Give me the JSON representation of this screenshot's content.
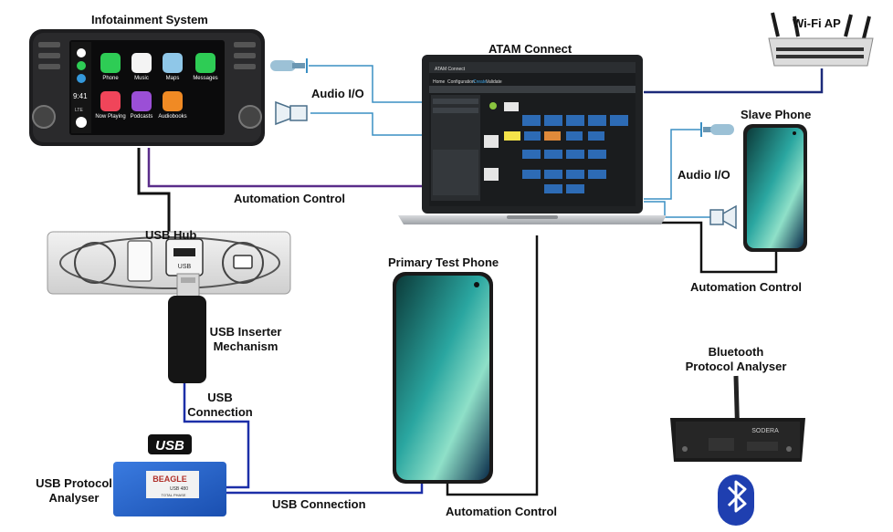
{
  "labels": {
    "infotainment": "Infotainment System",
    "atam": "ATAM Connect",
    "wifi": "Wi-Fi AP",
    "audio_io_left": "Audio I/O",
    "slave_phone": "Slave Phone",
    "audio_io_right": "Audio I/O",
    "automation_control_left": "Automation Control",
    "usb_hub": "USB Hub",
    "primary_phone": "Primary Test Phone",
    "automation_control_right": "Automation Control",
    "usb_inserter_1": "USB Inserter",
    "usb_inserter_2": "Mechanism",
    "usb_connection_1": "USB",
    "usb_connection_2": "Connection",
    "bt_analyser_1": "Bluetooth",
    "bt_analyser_2": "Protocol Analyser",
    "usb_protocol_1": "USB Protocol",
    "usb_protocol_2": "Analyser",
    "usb_connection_bottom": "USB Connection",
    "automation_control_bottom": "Automation Control"
  },
  "infotainment_screen": {
    "time": "9:41",
    "signal": "LTE",
    "apps": [
      "Phone",
      "Music",
      "Maps",
      "Messages",
      "Now Playing",
      "Podcasts",
      "Audiobooks"
    ]
  },
  "laptop_app": {
    "title": "ATAM Connect",
    "menu": [
      "Home",
      "Configuration",
      "Create",
      "Validate"
    ]
  },
  "device_text": {
    "usb_port": "USB",
    "usb_logo": "USB",
    "beagle": "BEAGLE",
    "beagle_sub": "USB 480",
    "total_phase": "TOTAL PHASE",
    "sodera": "SODERA"
  },
  "colors": {
    "black_link": "#111111",
    "purple_link": "#5a2d8a",
    "navy_link": "#1c2a7a",
    "audio_link": "#3a8fc4",
    "blue_link": "#1c2fa8"
  }
}
